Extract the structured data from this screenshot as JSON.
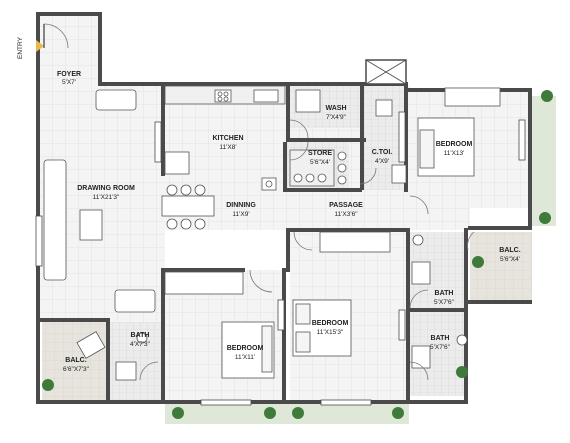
{
  "entry": "ENTRY",
  "rooms": {
    "foyer": {
      "name": "FOYER",
      "dims": "5'X7'"
    },
    "drawing_room": {
      "name": "DRAWING ROOM",
      "dims": "11'X21'3\""
    },
    "kitchen": {
      "name": "KITCHEN",
      "dims": "11'X8'"
    },
    "wash": {
      "name": "WASH",
      "dims": "7'X4'9\""
    },
    "store": {
      "name": "STORE",
      "dims": "5'6\"X4'"
    },
    "ctoi": {
      "name": "C.TOI.",
      "dims": "4'X9'"
    },
    "dinning": {
      "name": "DINNING",
      "dims": "11'X9'"
    },
    "passage": {
      "name": "PASSAGE",
      "dims": "11'X3'6\""
    },
    "bedroom_right": {
      "name": "BEDROOM",
      "dims": "11'X13'"
    },
    "balc_right": {
      "name": "BALC.",
      "dims": "5'6\"X4'"
    },
    "bath_right": {
      "name": "BATH",
      "dims": "5'X7'6\""
    },
    "bedroom_mid": {
      "name": "BEDROOM",
      "dims": "11'X15'3\""
    },
    "bath_br": {
      "name": "BATH",
      "dims": "5'X7'6\""
    },
    "bedroom_left": {
      "name": "BEDROOM",
      "dims": "11'X11'"
    },
    "bath_left": {
      "name": "BATH",
      "dims": "4'X7'3\""
    },
    "balc_left": {
      "name": "BALC.",
      "dims": "6'6\"X7'3\""
    }
  },
  "colors": {
    "wall": "#4a4a4a",
    "floor_tile": "#f2f2f2",
    "grout": "#dcdcdc",
    "balcony": "#e6e4df",
    "terrace": "#dfe8d8",
    "bath": "#e9e9e9",
    "plant": "#3e7a3a"
  }
}
